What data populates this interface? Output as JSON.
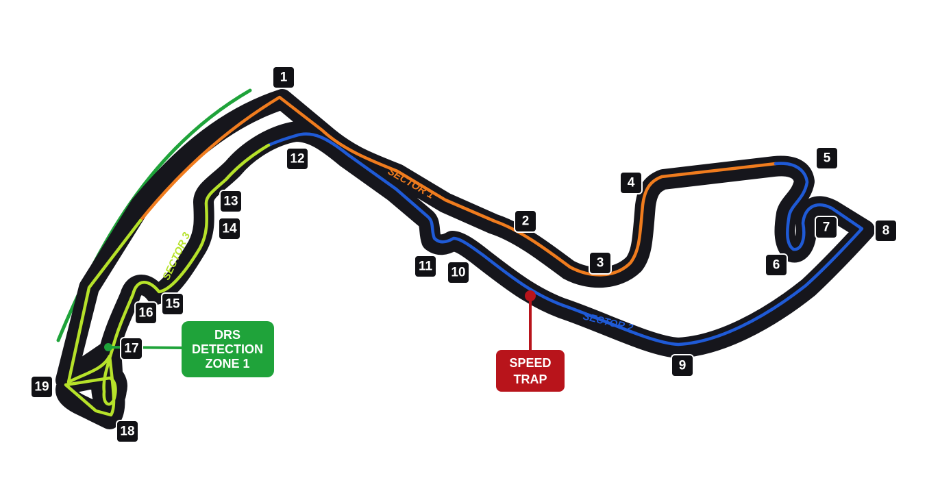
{
  "colors": {
    "track": "#16161c",
    "sector1": "#f07c1e",
    "sector2": "#1f5ad6",
    "sector3": "#b6e22a",
    "drs": "#1fa33a",
    "speed_trap": "#b8141b"
  },
  "sectors": {
    "s1": "SECTOR 1",
    "s2": "SECTOR 2",
    "s3": "SECTOR 3"
  },
  "corners": [
    "1",
    "2",
    "3",
    "4",
    "5",
    "6",
    "7",
    "8",
    "9",
    "10",
    "11",
    "12",
    "13",
    "14",
    "15",
    "16",
    "17",
    "18",
    "19"
  ],
  "callouts": {
    "drs": {
      "line1": "DRS",
      "line2": "DETECTION",
      "line3": "ZONE 1"
    },
    "speed_trap": {
      "line1": "SPEED",
      "line2": "TRAP"
    }
  }
}
